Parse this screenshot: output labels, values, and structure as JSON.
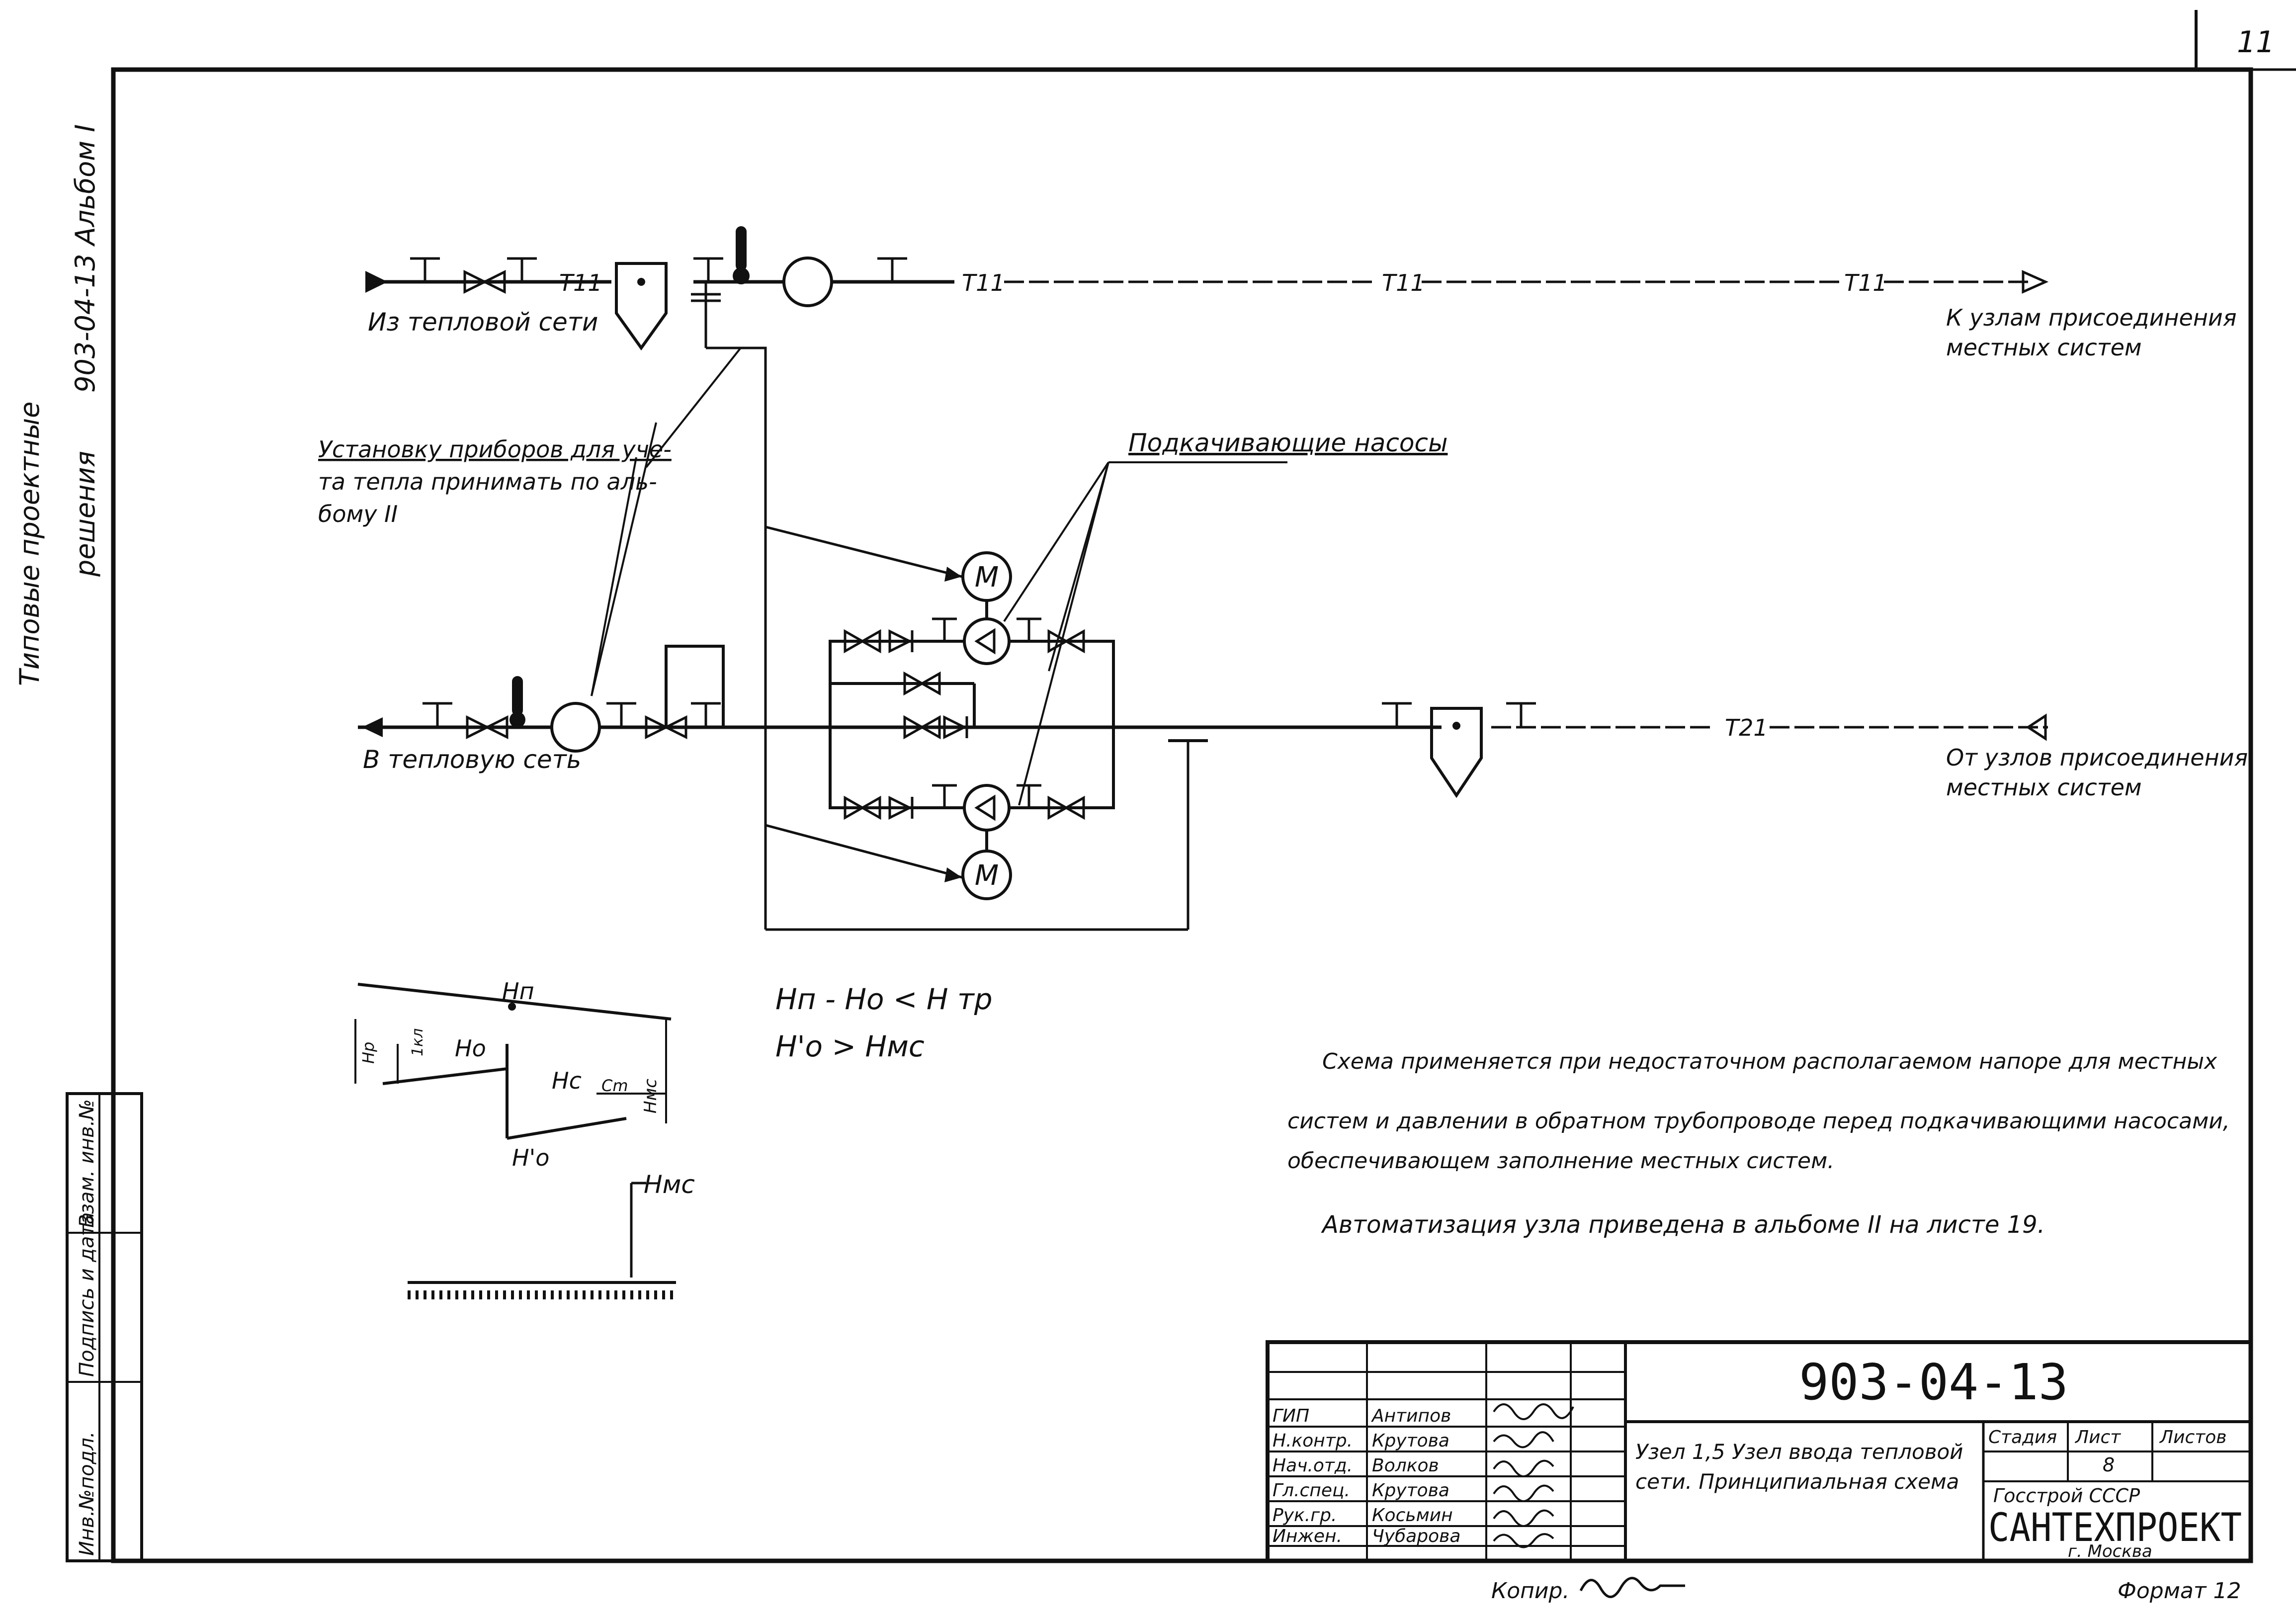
{
  "sheet_number": "11",
  "side_stamp": {
    "line1": "Типовые проектные",
    "line2": "решения",
    "line3": "903-04-13 Альбом I"
  },
  "pipe_labels": {
    "t11": "T11",
    "t21": "T21"
  },
  "captions": {
    "from_network": "Из тепловой сети",
    "to_nodes_line1": "К узлам присоединения",
    "to_nodes_line2": "местных систем",
    "meters_line1": "Установку приборов для уче-",
    "meters_line2": "та тепла принимать по аль-",
    "meters_line3": "бому II",
    "pumps": "Подкачивающие насосы",
    "to_network": "В тепловую сеть",
    "from_nodes_line1": "От узлов присоединения",
    "from_nodes_line2": "местных систем",
    "motor_symbol": "M"
  },
  "piezometric": {
    "hn": "Hп",
    "ho": "Hо",
    "ho_prime": "H'о",
    "hc": "Hс",
    "hp": "Hр",
    "hmc": "Hмс",
    "hkl": "1кл",
    "cm": "Cm",
    "hmc_small": "Hмс"
  },
  "formulas": {
    "line1": "Hп - Hо < H тр",
    "line2": "H'о > Hмс"
  },
  "notes": {
    "line1": "Схема применяется при недостаточном располагаемом напоре для местных",
    "line2": "систем и давлении в обратном трубопроводе перед подкачивающими насосами,",
    "line3": "обеспечивающем заполнение местных систем.",
    "line4": "Автоматизация узла приведена в альбоме II на листе 19."
  },
  "left_strip": {
    "col1": "Инв.№подл.",
    "col2": "Подпись и дата",
    "col3": "Взам. инв.№"
  },
  "title_block": {
    "code": "903-04-13",
    "title_line1": "Узел 1,5 Узел ввода тепловой",
    "title_line2": "сети. Принципиальная схема",
    "stage_header": "Стадия",
    "sheet_header": "Лист",
    "sheets_header": "Листов",
    "sheet_value": "8",
    "org_line1": "Госстрой СССР",
    "org_name": "САНТЕХПРОЕКТ",
    "org_city": "г. Москва",
    "signatures": [
      {
        "role": "ГИП",
        "name": "Антипов"
      },
      {
        "role": "Н.контр.",
        "name": "Крутова"
      },
      {
        "role": "Нач.отд.",
        "name": "Волков"
      },
      {
        "role": "Гл.спец.",
        "name": "Крутова"
      },
      {
        "role": "Рук.гр.",
        "name": "Косьмин"
      },
      {
        "role": "Инжен.",
        "name": "Чубарова"
      }
    ]
  },
  "footer": {
    "copied": "Копир.",
    "format": "Формат 12"
  }
}
